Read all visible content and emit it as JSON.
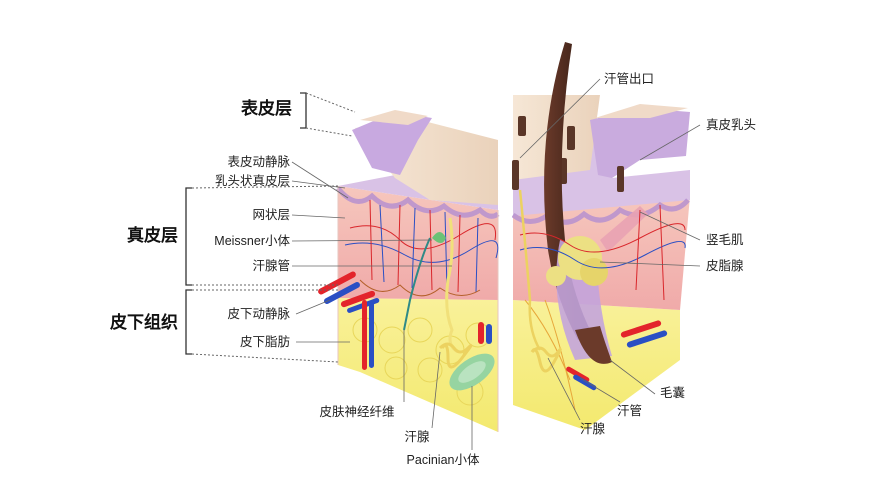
{
  "layers": {
    "epidermis": "表皮层",
    "dermis": "真皮层",
    "hypodermis": "皮下组织"
  },
  "labels": {
    "epidermal_artery_vein": "表皮动静脉",
    "papillary_dermis": "乳头状真皮层",
    "reticular_layer": "网状层",
    "meissner": "Meissner小体",
    "sweat_duct": "汗腺管",
    "subcutaneous_artery_vein": "皮下动静脉",
    "subcutaneous_fat": "皮下脂肪",
    "skin_nerve_fiber": "皮肤神经纤维",
    "sweat_gland_bottom": "汗腺",
    "pacinian": "Pacinian小体",
    "sweat_pore": "汗管出口",
    "dermal_papilla": "真皮乳头",
    "arrector_pili": "竖毛肌",
    "sebaceous_gland": "皮脂腺",
    "hair_follicle": "毛囊",
    "sweat_duct_right": "汗管",
    "sweat_gland_right": "汗腺"
  },
  "colors": {
    "fat": "#f7ef86",
    "dermis": "#f4b9b4",
    "epidermis": "#f1dcc8",
    "basal": "#c6a6d8",
    "artery": "#e3242b",
    "vein": "#2a4fc4",
    "sebaceous": "#ece083",
    "pacinian": "#8ccf98",
    "hair": "#4a2a20"
  }
}
